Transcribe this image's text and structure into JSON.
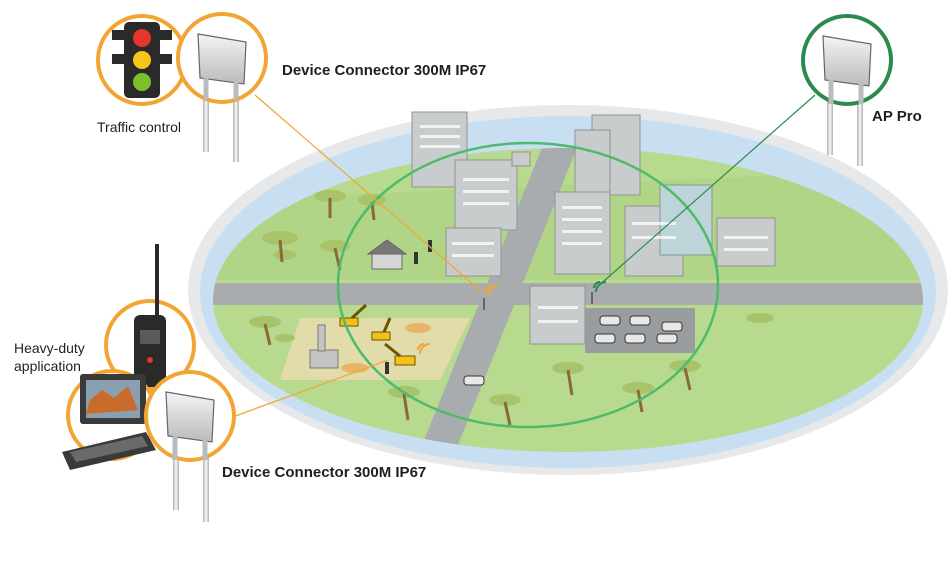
{
  "labels": {
    "device_connector_top": "Device Connector 300M IP67",
    "traffic_control": "Traffic control",
    "ap_pro": "AP Pro",
    "heavy_duty_line1": "Heavy-duty",
    "heavy_duty_line2": "application",
    "device_connector_bottom": "Device Connector 300M IP67"
  },
  "colors": {
    "ring_orange": "#f2a533",
    "ring_green": "#2b8a4e",
    "coverage_green": "#4cbb6c",
    "grass": "#b7da8e",
    "road": "#a9acae",
    "building": "#c9cccd",
    "sky_ring": "#c8dff2"
  },
  "icons": [
    "traffic-light-icon",
    "device-connector-icon",
    "ap-pro-icon",
    "radio-icon",
    "laptop-icon",
    "signal-icon"
  ]
}
